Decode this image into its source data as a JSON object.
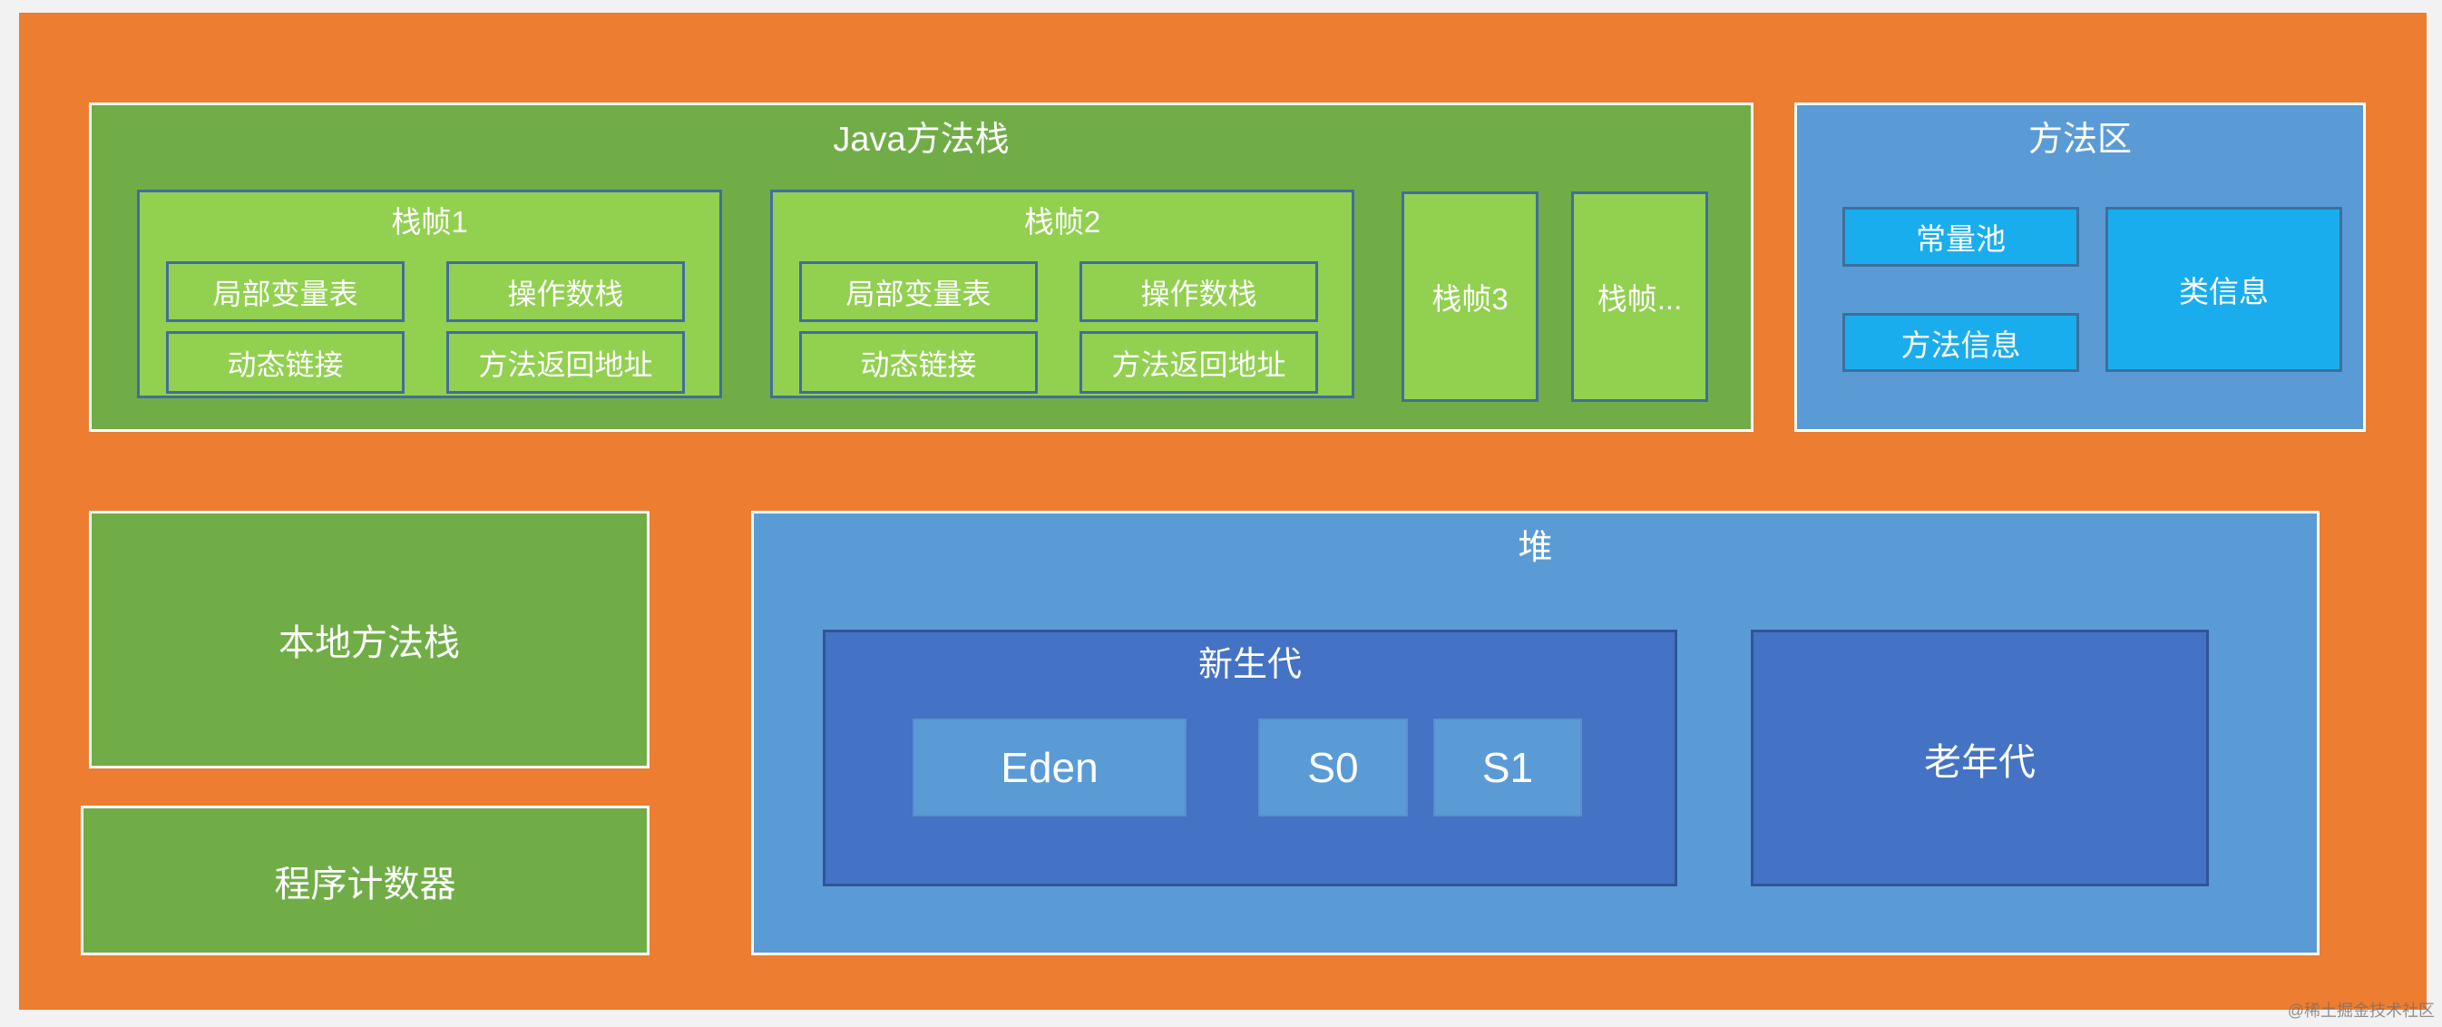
{
  "colors": {
    "page_bg": "#F2F2F2",
    "frame_bg": "#ED7D31",
    "green": "#70AD47",
    "light_green": "#92D050",
    "blue": "#5B9BD5",
    "bright_blue": "#1AADEE",
    "dark_blue": "#4472C4"
  },
  "java_stack": {
    "title": "Java方法栈",
    "frames": [
      {
        "title": "栈帧1",
        "items": [
          "局部变量表",
          "操作数栈",
          "动态链接",
          "方法返回地址"
        ]
      },
      {
        "title": "栈帧2",
        "items": [
          "局部变量表",
          "操作数栈",
          "动态链接",
          "方法返回地址"
        ]
      }
    ],
    "frame3": "栈帧3",
    "frame_more": "栈帧..."
  },
  "method_area": {
    "title": "方法区",
    "constant_pool": "常量池",
    "method_info": "方法信息",
    "class_info": "类信息"
  },
  "native_stack": "本地方法栈",
  "pc_register": "程序计数器",
  "heap": {
    "title": "堆",
    "young": {
      "title": "新生代",
      "eden": "Eden",
      "s0": "S0",
      "s1": "S1"
    },
    "old": "老年代"
  },
  "watermark": "@稀土掘金技术社区"
}
